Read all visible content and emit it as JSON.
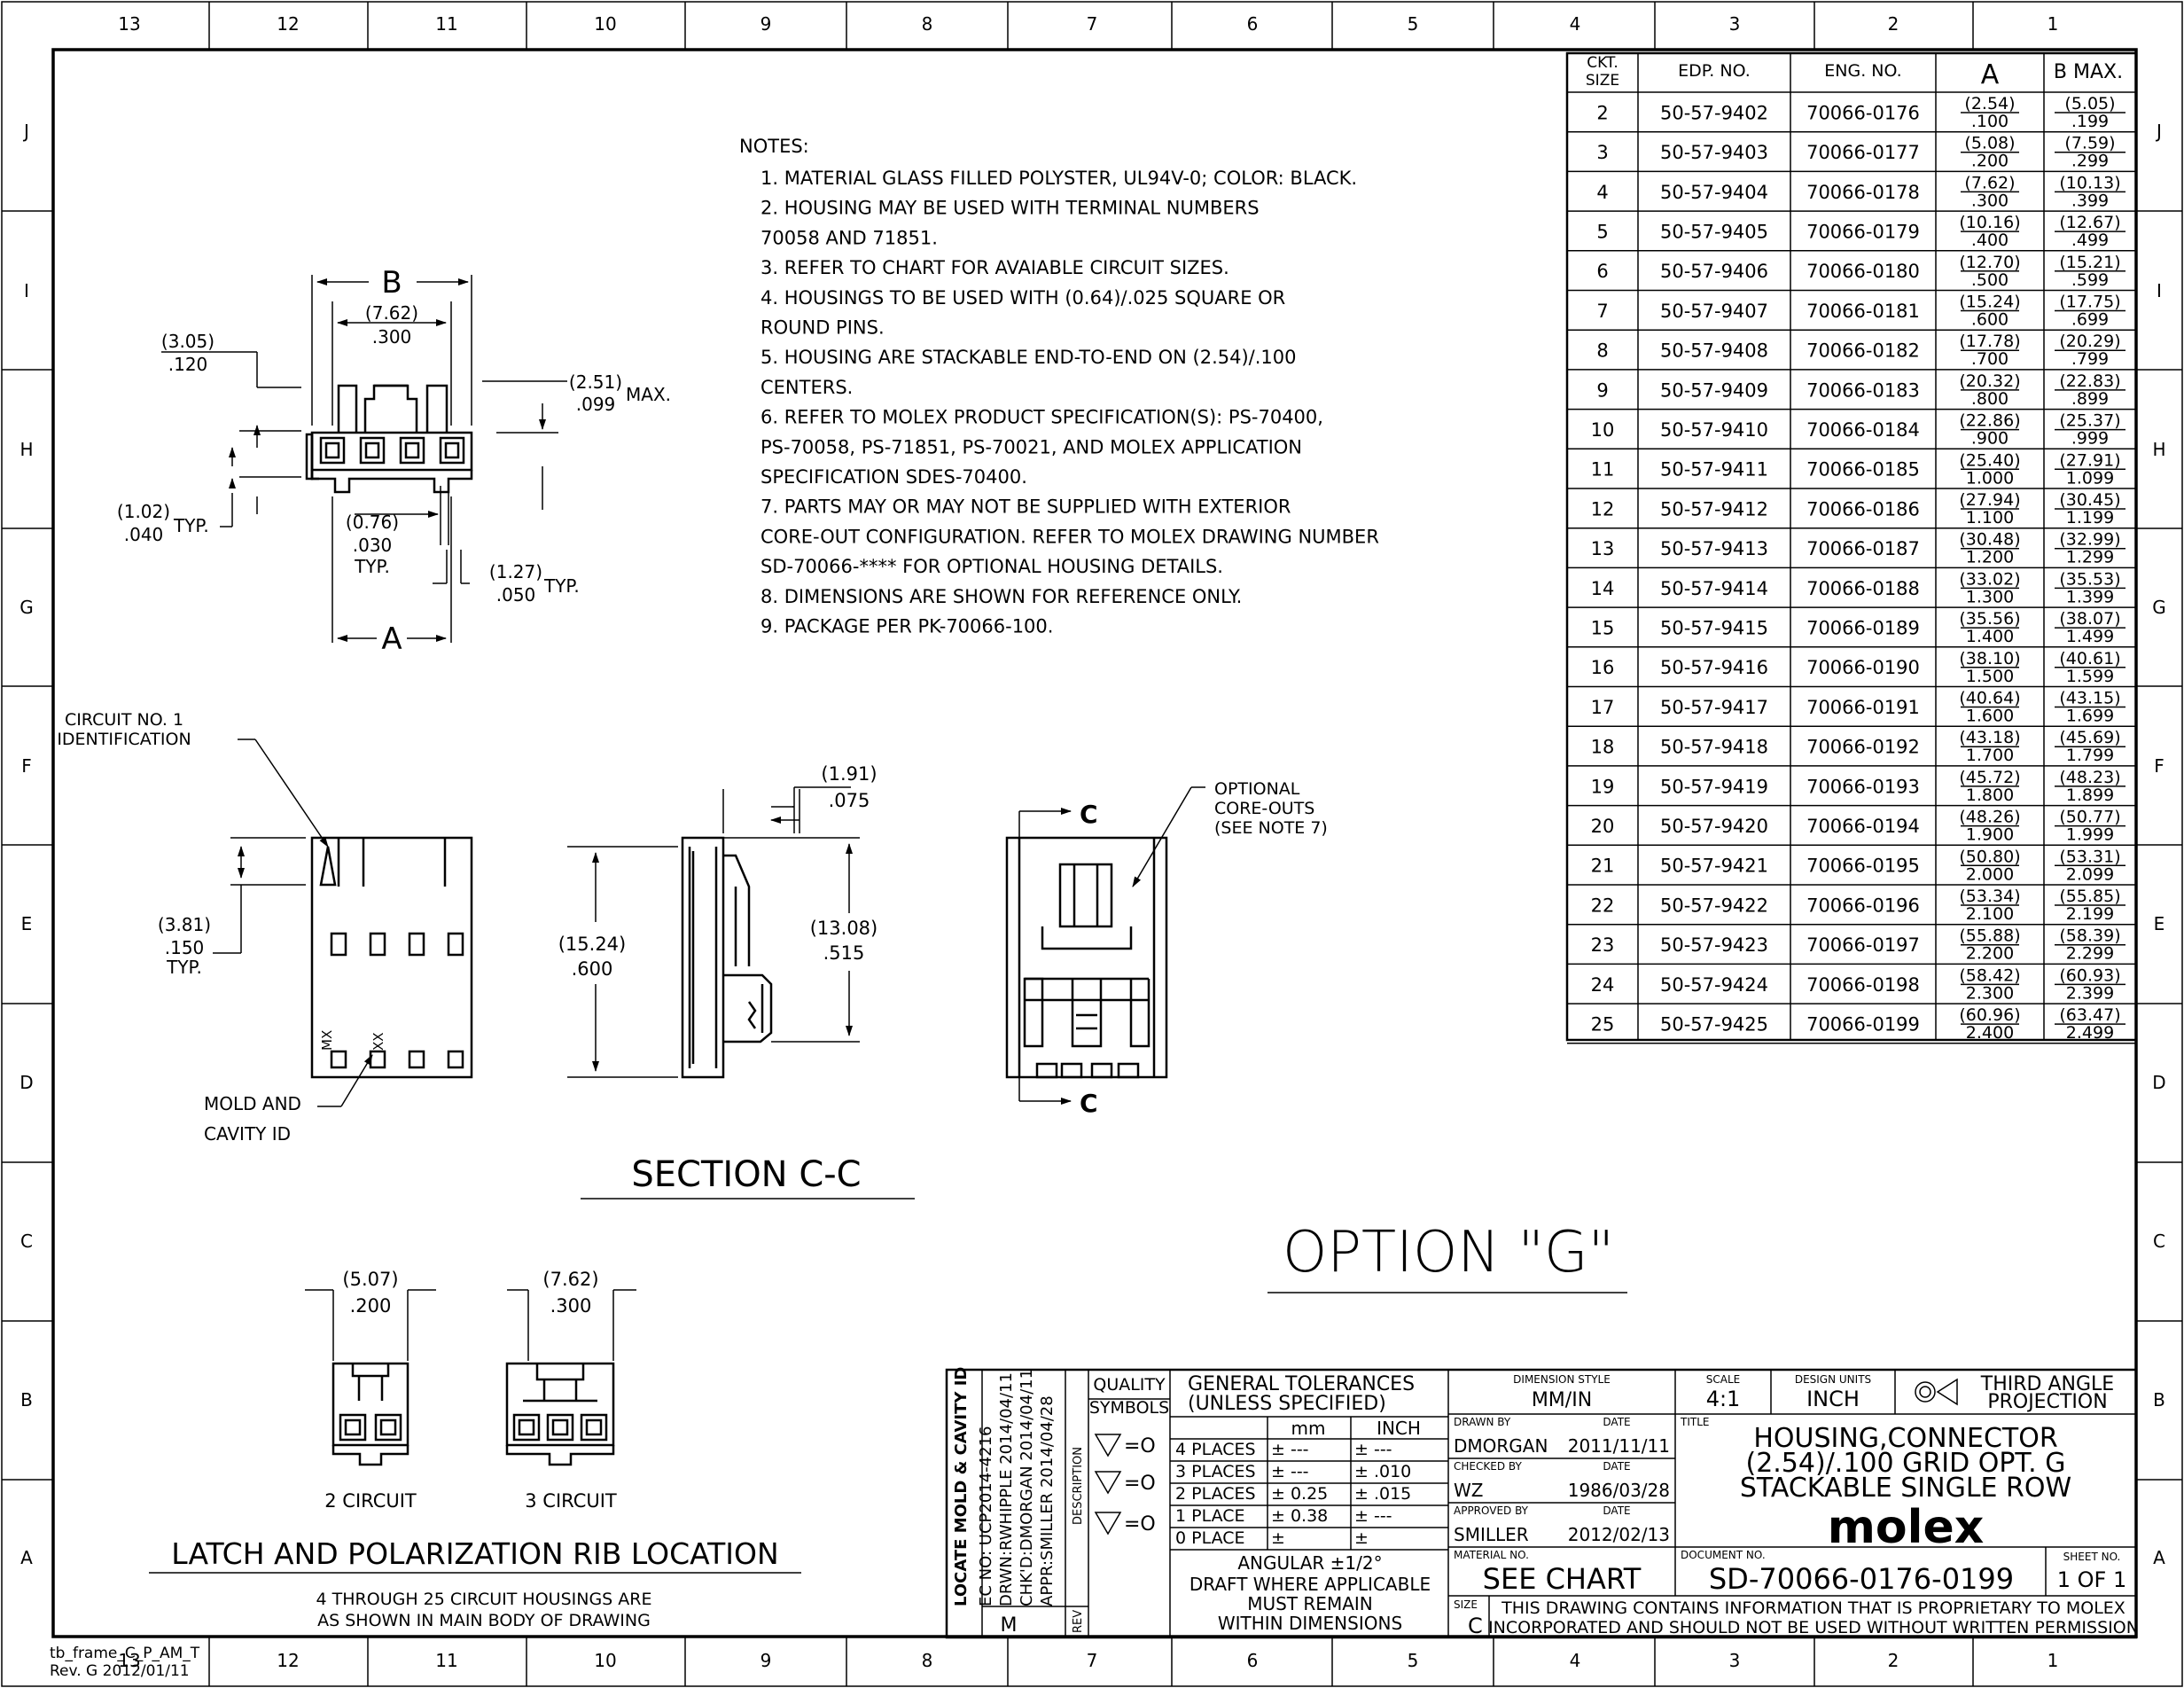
{
  "frame": {
    "cols": [
      "13",
      "12",
      "11",
      "10",
      "9",
      "8",
      "7",
      "6",
      "5",
      "4",
      "3",
      "2",
      "1"
    ],
    "rows": [
      "J",
      "I",
      "H",
      "G",
      "F",
      "E",
      "D",
      "C",
      "B",
      "A"
    ],
    "frame_id": [
      "tb_frame_C_P_AM_T",
      "Rev. G 2012/01/11"
    ]
  },
  "notes": {
    "heading": "NOTES:",
    "items": [
      "1.  MATERIAL GLASS FILLED POLYSTER, UL94V-0; COLOR:  BLACK.",
      "2.  HOUSING MAY BE USED WITH TERMINAL NUMBERS",
      "      70058  AND  71851.",
      "3.  REFER TO CHART FOR AVAIABLE CIRCUIT SIZES.",
      "4.  HOUSINGS TO BE USED WITH (0.64)/.025 SQUARE OR",
      "      ROUND PINS.",
      "5.  HOUSING ARE STACKABLE END-TO-END ON (2.54)/.100",
      "      CENTERS.",
      "6.  REFER TO MOLEX PRODUCT SPECIFICATION(S):  PS-70400,",
      "      PS-70058, PS-71851, PS-70021, AND MOLEX APPLICATION",
      "      SPECIFICATION SDES-70400.",
      "7.  PARTS MAY OR MAY NOT BE SUPPLIED WITH EXTERIOR",
      "      CORE-OUT CONFIGURATION.  REFER TO MOLEX DRAWING NUMBER",
      "      SD-70066-**** FOR OPTIONAL HOUSING DETAILS.",
      "8.  DIMENSIONS ARE SHOWN FOR REFERENCE ONLY.",
      "9.  PACKAGE PER PK-70066-100."
    ]
  },
  "chart": {
    "headers": [
      "CKT.",
      "SIZE",
      "EDP. NO.",
      "ENG. NO.",
      "A",
      "B MAX."
    ],
    "rows": [
      [
        "2",
        "50-57-9402",
        "70066-0176",
        "(2.54)",
        ".100",
        "(5.05)",
        ".199"
      ],
      [
        "3",
        "50-57-9403",
        "70066-0177",
        "(5.08)",
        ".200",
        "(7.59)",
        ".299"
      ],
      [
        "4",
        "50-57-9404",
        "70066-0178",
        "(7.62)",
        ".300",
        "(10.13)",
        ".399"
      ],
      [
        "5",
        "50-57-9405",
        "70066-0179",
        "(10.16)",
        ".400",
        "(12.67)",
        ".499"
      ],
      [
        "6",
        "50-57-9406",
        "70066-0180",
        "(12.70)",
        ".500",
        "(15.21)",
        ".599"
      ],
      [
        "7",
        "50-57-9407",
        "70066-0181",
        "(15.24)",
        ".600",
        "(17.75)",
        ".699"
      ],
      [
        "8",
        "50-57-9408",
        "70066-0182",
        "(17.78)",
        ".700",
        "(20.29)",
        ".799"
      ],
      [
        "9",
        "50-57-9409",
        "70066-0183",
        "(20.32)",
        ".800",
        "(22.83)",
        ".899"
      ],
      [
        "10",
        "50-57-9410",
        "70066-0184",
        "(22.86)",
        ".900",
        "(25.37)",
        ".999"
      ],
      [
        "11",
        "50-57-9411",
        "70066-0185",
        "(25.40)",
        "1.000",
        "(27.91)",
        "1.099"
      ],
      [
        "12",
        "50-57-9412",
        "70066-0186",
        "(27.94)",
        "1.100",
        "(30.45)",
        "1.199"
      ],
      [
        "13",
        "50-57-9413",
        "70066-0187",
        "(30.48)",
        "1.200",
        "(32.99)",
        "1.299"
      ],
      [
        "14",
        "50-57-9414",
        "70066-0188",
        "(33.02)",
        "1.300",
        "(35.53)",
        "1.399"
      ],
      [
        "15",
        "50-57-9415",
        "70066-0189",
        "(35.56)",
        "1.400",
        "(38.07)",
        "1.499"
      ],
      [
        "16",
        "50-57-9416",
        "70066-0190",
        "(38.10)",
        "1.500",
        "(40.61)",
        "1.599"
      ],
      [
        "17",
        "50-57-9417",
        "70066-0191",
        "(40.64)",
        "1.600",
        "(43.15)",
        "1.699"
      ],
      [
        "18",
        "50-57-9418",
        "70066-0192",
        "(43.18)",
        "1.700",
        "(45.69)",
        "1.799"
      ],
      [
        "19",
        "50-57-9419",
        "70066-0193",
        "(45.72)",
        "1.800",
        "(48.23)",
        "1.899"
      ],
      [
        "20",
        "50-57-9420",
        "70066-0194",
        "(48.26)",
        "1.900",
        "(50.77)",
        "1.999"
      ],
      [
        "21",
        "50-57-9421",
        "70066-0195",
        "(50.80)",
        "2.000",
        "(53.31)",
        "2.099"
      ],
      [
        "22",
        "50-57-9422",
        "70066-0196",
        "(53.34)",
        "2.100",
        "(55.85)",
        "2.199"
      ],
      [
        "23",
        "50-57-9423",
        "70066-0197",
        "(55.88)",
        "2.200",
        "(58.39)",
        "2.299"
      ],
      [
        "24",
        "50-57-9424",
        "70066-0198",
        "(58.42)",
        "2.300",
        "(60.93)",
        "2.399"
      ],
      [
        "25",
        "50-57-9425",
        "70066-0199",
        "(60.96)",
        "2.400",
        "(63.47)",
        "2.499"
      ]
    ]
  },
  "top_view": {
    "b_label": "B",
    "dim_762": [
      "(7.62)",
      ".300"
    ],
    "dim_305": [
      "(3.05)",
      ".120"
    ],
    "dim_251": [
      "(2.51)",
      ".099",
      "MAX."
    ],
    "dim_102": [
      "(1.02)",
      ".040",
      "TYP."
    ],
    "dim_076": [
      "(0.76)",
      ".030",
      "TYP."
    ],
    "dim_127": [
      "(1.27)",
      ".050",
      "TYP."
    ],
    "a_label": "A"
  },
  "front_view": {
    "circuit_id": [
      "CIRCUIT NO. 1",
      "IDENTIFICATION"
    ],
    "dim_381": [
      "(3.81)",
      ".150",
      "TYP."
    ],
    "mx": "MX",
    "xx": "XX",
    "mold_cavity": [
      "MOLD AND",
      "CAVITY ID"
    ]
  },
  "section": {
    "dim_191": [
      "(1.91)",
      ".075"
    ],
    "dim_1524": [
      "(15.24)",
      ".600"
    ],
    "dim_1308": [
      "(13.08)",
      ".515"
    ],
    "title": "SECTION C-C"
  },
  "option_view": {
    "c_mark": "C",
    "core_outs": [
      "OPTIONAL",
      "CORE-OUTS",
      "(SEE NOTE 7)"
    ]
  },
  "option_title": "OPTION \"G\"",
  "latch": {
    "dim_507": [
      "(5.07)",
      ".200"
    ],
    "dim_762b": [
      "(7.62)",
      ".300"
    ],
    "two_circuit": "2 CIRCUIT",
    "three_circuit": "3 CIRCUIT",
    "title": "LATCH AND POLARIZATION RIB LOCATION",
    "footnote": [
      "4 THROUGH 25 CIRCUIT HOUSINGS ARE",
      "AS SHOWN IN MAIN BODY OF DRAWING"
    ]
  },
  "title_block": {
    "locate": "LOCATE MOLD & CAVITY ID",
    "ec_lines": [
      "EC NO: UCP2014-4216",
      "DRWN:RWHIPPLE     2014/04/11",
      "CHK'D:DMORGAN     2014/04/11",
      "APPR:SMILLER     2014/04/28"
    ],
    "rev_letter": "M",
    "rev_label": "REV",
    "description_label": "DESCRIPTION",
    "quality": [
      "QUALITY",
      "SYMBOLS"
    ],
    "qsym": "=O",
    "gen_tol": [
      "GENERAL TOLERANCES",
      "(UNLESS SPECIFIED)"
    ],
    "tol_head": [
      "mm",
      "INCH"
    ],
    "tol_rows": [
      [
        "4 PLACES",
        "± ---",
        "± ---"
      ],
      [
        "3 PLACES",
        "± ---",
        "± .010"
      ],
      [
        "2 PLACES",
        "± 0.25",
        "± .015"
      ],
      [
        "1 PLACE",
        "± 0.38",
        "± ---"
      ],
      [
        "0 PLACE",
        "±",
        "±"
      ]
    ],
    "angular": "ANGULAR ±1/2°",
    "draft": [
      "DRAFT WHERE APPLICABLE",
      "MUST REMAIN",
      "WITHIN DIMENSIONS"
    ],
    "dim_style_label": "DIMENSION STYLE",
    "dim_style": "MM/IN",
    "scale_label": "SCALE",
    "scale": "4:1",
    "units_label": "DESIGN UNITS",
    "units": "INCH",
    "projection": [
      "THIRD ANGLE",
      "PROJECTION"
    ],
    "drawn_by_label": "DRAWN BY",
    "date_label": "DATE",
    "drawn_by": "DMORGAN",
    "drawn_date": "2011/11/11",
    "checked_by_label": "CHECKED BY",
    "checked_by": "WZ",
    "checked_date": "1986/03/28",
    "approved_by_label": "APPROVED BY",
    "approved_by": "SMILLER",
    "approved_date": "2012/02/13",
    "title_label": "TITLE",
    "title": [
      "HOUSING,CONNECTOR",
      "(2.54)/.100 GRID OPT. G",
      "STACKABLE SINGLE ROW"
    ],
    "logo": "molex",
    "material_label": "MATERIAL NO.",
    "material": "SEE CHART",
    "document_label": "DOCUMENT NO.",
    "document": "SD-70066-0176-0199",
    "sheet_label": "SHEET NO.",
    "sheet": "1 OF 1",
    "size_label": "SIZE",
    "size": "C",
    "proprietary": [
      "THIS DRAWING CONTAINS INFORMATION THAT IS PROPRIETARY TO MOLEX",
      "INCORPORATED AND SHOULD NOT BE USED WITHOUT WRITTEN PERMISSION"
    ]
  }
}
